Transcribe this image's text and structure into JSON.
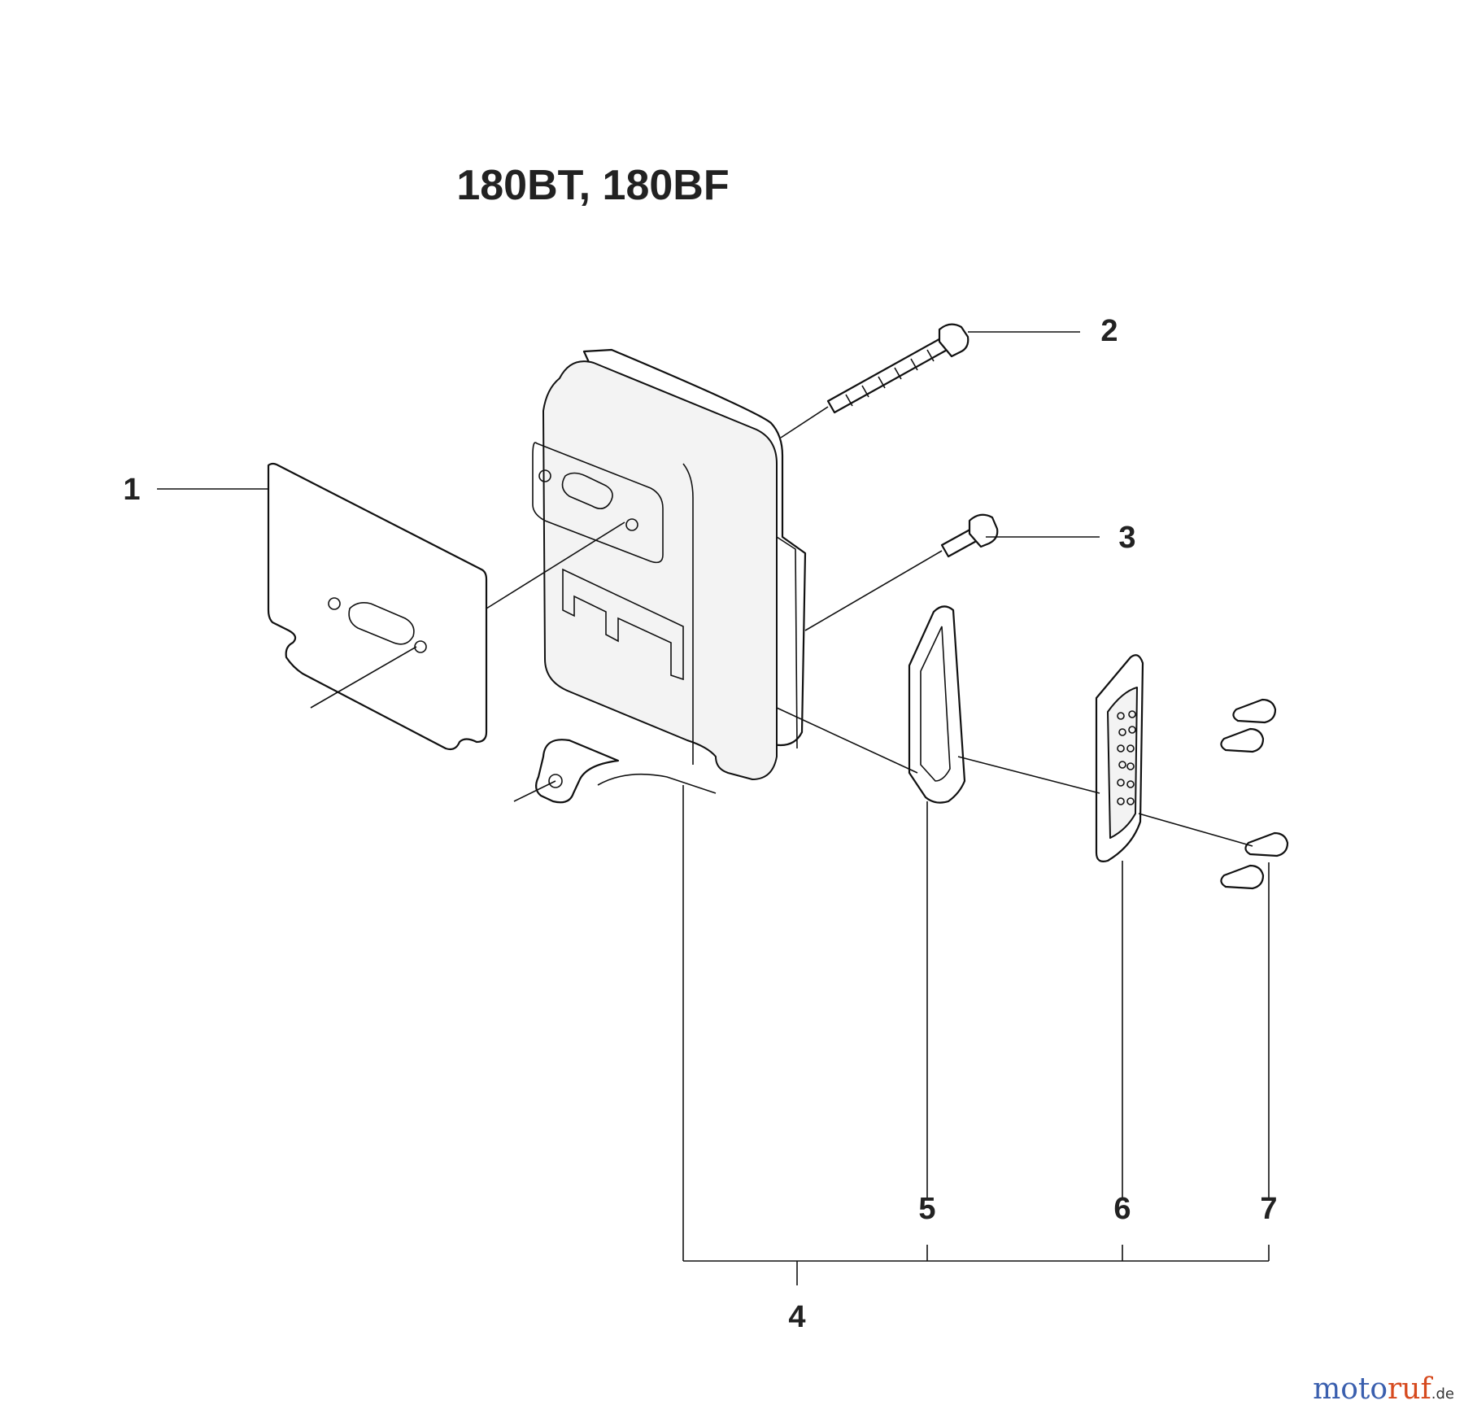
{
  "diagram": {
    "title": "180BT, 180BF",
    "callouts": {
      "c1": "1",
      "c2": "2",
      "c3": "3",
      "c4": "4",
      "c5": "5",
      "c6": "6",
      "c7": "7"
    }
  },
  "watermark": {
    "text_a": "moto",
    "text_b": "ruf",
    "text_c": ".de"
  }
}
